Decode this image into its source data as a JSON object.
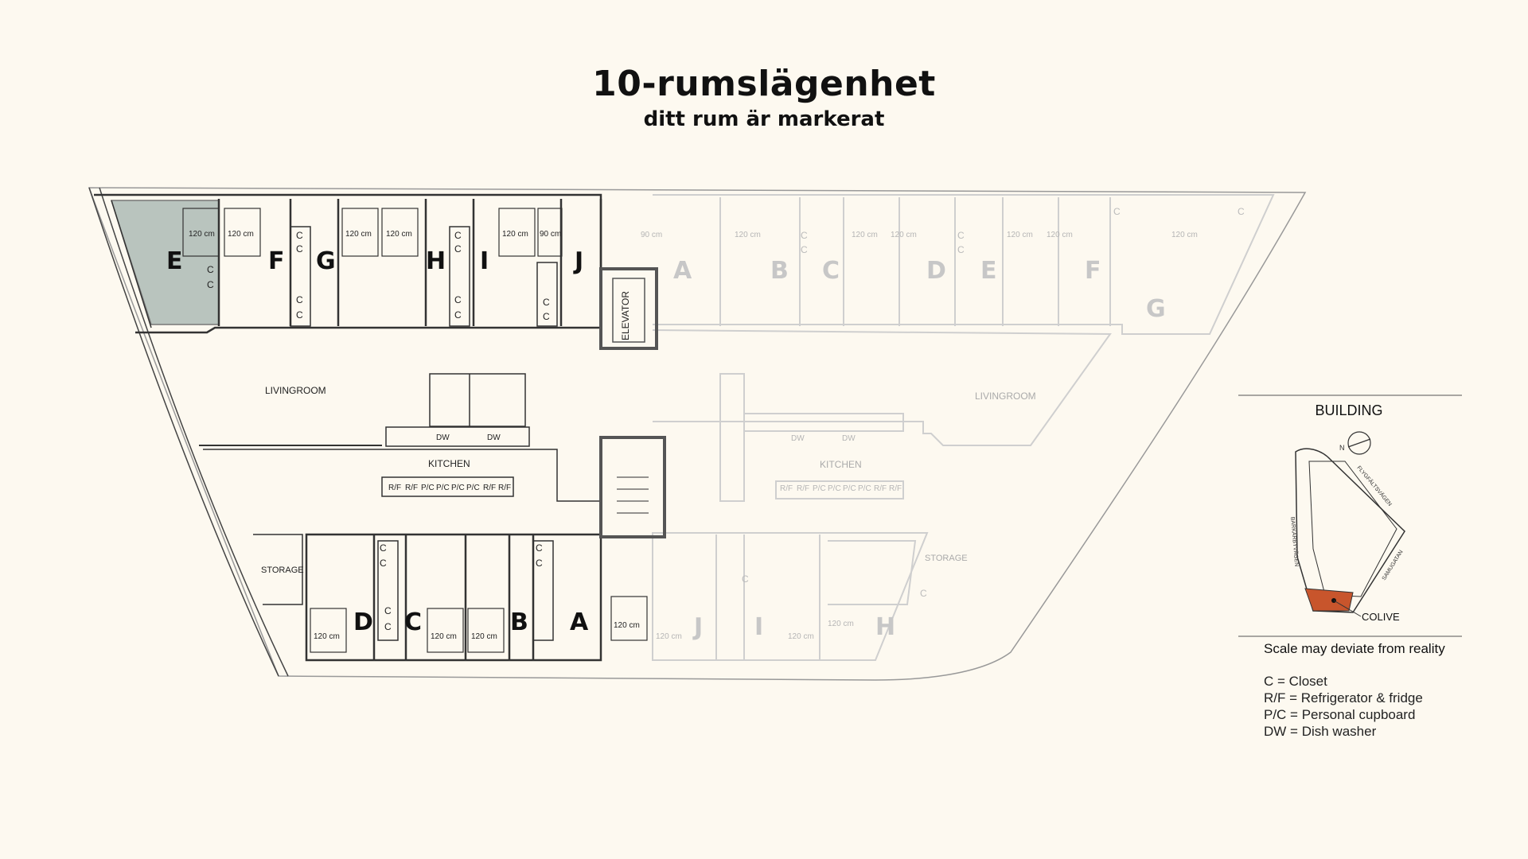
{
  "header": {
    "title": "10-rumslägenhet",
    "subtitle": "ditt rum är markerat"
  },
  "colors": {
    "background": "#fdf9f0",
    "highlight_room": "#b9c4be",
    "colive_marker": "#c8552c",
    "active_lines": "#333333",
    "faded_lines": "#c8c8c8"
  },
  "left_unit": {
    "top_rooms": [
      "E",
      "F",
      "G",
      "H",
      "I",
      "J"
    ],
    "bottom_rooms": [
      "D",
      "C",
      "B",
      "A"
    ],
    "highlighted_room": "E",
    "livingroom": "LIVINGROOM",
    "kitchen": "KITCHEN",
    "storage": "STORAGE",
    "elevator": "ELEVATOR",
    "bed_top": [
      "120 cm",
      "120 cm",
      "120 cm",
      "120 cm",
      "120 cm",
      "90 cm"
    ],
    "bed_bottom": [
      "120 cm",
      "120 cm",
      "120 cm",
      "120 cm"
    ],
    "dw": [
      "DW",
      "DW"
    ],
    "cupboards": [
      "R/F",
      "R/F",
      "P/C",
      "P/C",
      "P/C",
      "P/C",
      "R/F",
      "R/F"
    ]
  },
  "right_unit": {
    "top_rooms": [
      "A",
      "B",
      "C",
      "D",
      "E",
      "F",
      "G"
    ],
    "bottom_rooms": [
      "J",
      "I",
      "H"
    ],
    "livingroom": "LIVINGROOM",
    "kitchen": "KITCHEN",
    "storage": "STORAGE",
    "bed_top": [
      "90 cm",
      "120 cm",
      "120 cm",
      "120 cm",
      "120 cm",
      "120 cm",
      "120 cm"
    ],
    "bed_bottom": [
      "120 cm",
      "120 cm",
      "120 cm"
    ],
    "dw": [
      "DW",
      "DW"
    ],
    "cupboards": [
      "R/F",
      "R/F",
      "P/C",
      "P/C",
      "P/C",
      "P/C",
      "R/F",
      "R/F"
    ]
  },
  "closet_letter": "C",
  "building_panel": {
    "title": "BUILDING",
    "colive_label": "COLIVE",
    "street_labels": [
      "FLYGFÄLTSVÄGEN",
      "SAMUGATAN",
      "BARKARBYVÄGEN"
    ],
    "compass_letter": "N",
    "scale_note": "Scale may deviate from reality",
    "legend": [
      "C = Closet",
      "R/F = Refrigerator & fridge",
      "P/C = Personal cupboard",
      "DW = Dish washer"
    ]
  }
}
